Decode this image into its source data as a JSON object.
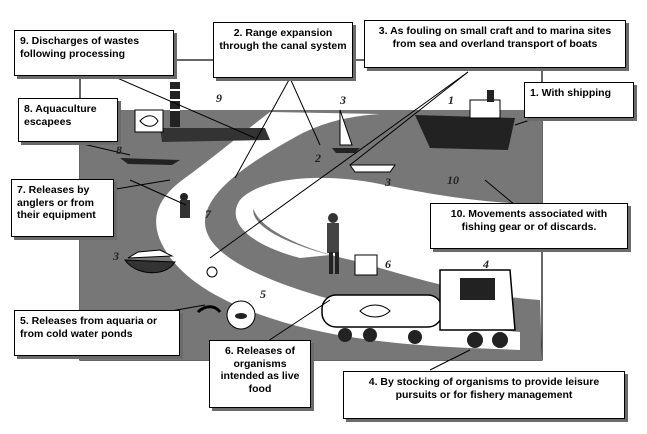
{
  "callouts": {
    "c1": "1. With shipping",
    "c2": "2. Range expansion through the canal system",
    "c3": "3. As fouling on small craft and to marina sites from sea and overland transport of boats",
    "c4": "4. By  stocking of organisms to provide leisure pursuits or for fishery management",
    "c5": "5. Releases from aquaria or from cold water ponds",
    "c6": "6. Releases of organisms intended as live food",
    "c7": "7. Releases by anglers or from their equipment",
    "c8": "8. Aquaculture escapees",
    "c9": "9. Discharges of wastes following processing",
    "c10": "10. Movements associated with fishing gear or of discards."
  },
  "scene_numbers": {
    "n1": "1",
    "n2": "2",
    "n3a": "3",
    "n3b": "3",
    "n3c": "3",
    "n4": "4",
    "n5": "5",
    "n6": "6",
    "n7": "7",
    "n8": "8",
    "n9": "9",
    "n10": "10"
  }
}
